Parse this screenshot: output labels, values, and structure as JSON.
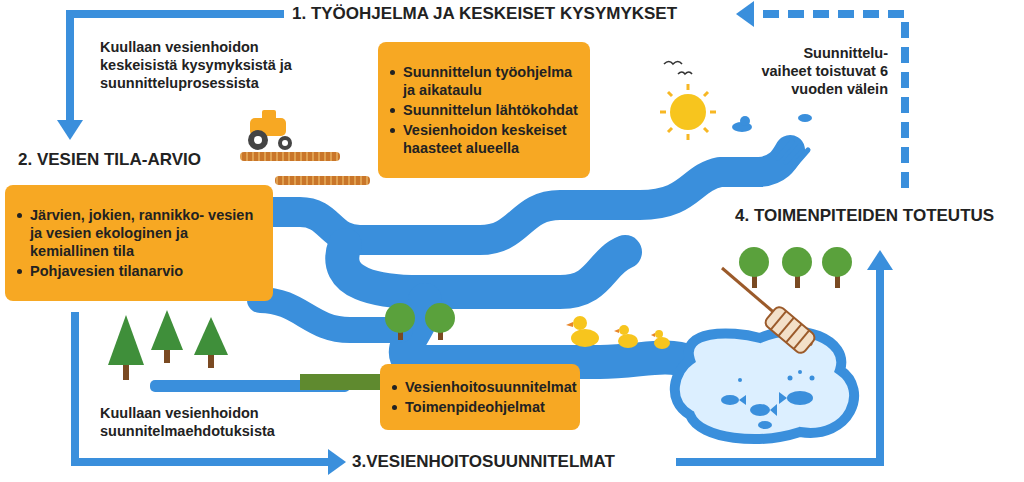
{
  "diagram": {
    "nodes": [
      {
        "text": [
          "Suunnittelun työohjelma ja aikataulu",
          "Suunnittelun lähtökohdat",
          "Vesienhoidon keskeiset haasteet alueella"
        ]
      },
      {
        "text": [
          "Järvien, jokien, rannikko- vesien ja vesien ekologinen ja kemiallinen tila",
          "Pohjavesien tilanarvio"
        ]
      },
      {
        "text": [
          "Vesienhoitosuunnitelmat",
          "Toimenpideohjelmat"
        ]
      }
    ],
    "labels": [
      "1. TYÖOHJELMA JA KESKEISET KYSYMYKSET",
      "Kuullaan vesienhoidon keskeisistä kysymyksistä ja suunnitteluprosessista",
      "Suunnittelu- vaiheet toistuvat 6 vuoden välein",
      "2. VESIEN TILA-ARVIO",
      "4. TOIMENPITEIDEN TOTEUTUS",
      "Kuullaan vesienhoidon suunnitelmaehdotuksista",
      "3.VESIENHOITOSUUNNITELMAT"
    ]
  }
}
